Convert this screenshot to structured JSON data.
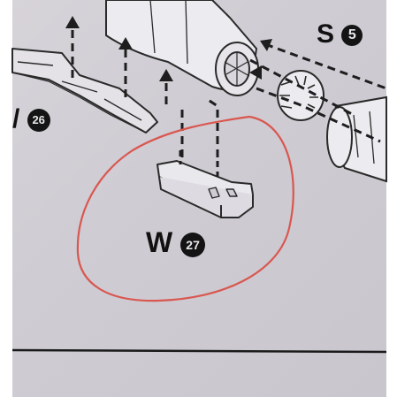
{
  "labels": {
    "s_letter": "S",
    "s_number": "5",
    "side_letter": "/",
    "side_number": "26",
    "main_letter": "W",
    "main_number": "27"
  },
  "colors": {
    "paper": "#d0cdd4",
    "ink": "#222222",
    "highlight_circle": "#d9574f"
  }
}
